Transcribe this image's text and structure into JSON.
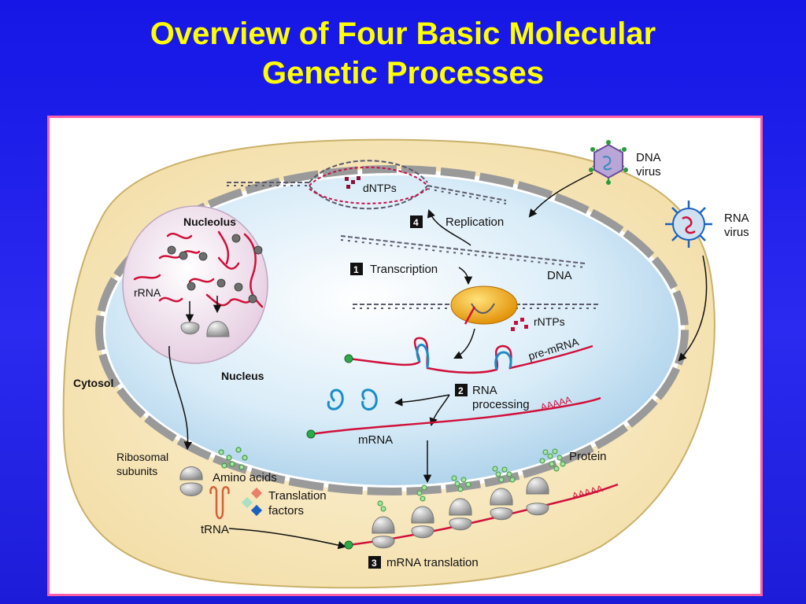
{
  "slide": {
    "title_line1": "Overview of Four Basic Molecular",
    "title_line2": "Genetic Processes"
  },
  "labels": {
    "dntps": "dNTPs",
    "replication_num": "4",
    "replication": "Replication",
    "transcription_num": "1",
    "transcription": "Transcription",
    "dna": "DNA",
    "rntps": "rNTPs",
    "pre_mrna": "pre-mRNA",
    "rna_processing_num": "2",
    "rna_processing_line1": "RNA",
    "rna_processing_line2": "processing",
    "aaaaa": "AAAAA",
    "mrna": "mRNA",
    "nucleolus": "Nucleolus",
    "rrna": "rRNA",
    "nucleus": "Nucleus",
    "cytosol": "Cytosol",
    "ribosomal_line1": "Ribosomal",
    "ribosomal_line2": "subunits",
    "amino_acids": "Amino acids",
    "translation_factors_line1": "Translation",
    "translation_factors_line2": "factors",
    "trna": "tRNA",
    "protein": "Protein",
    "aaaaa_translation": "AAAAA",
    "translation_num": "3",
    "mrna_translation": "mRNA translation",
    "dna_virus_line1": "DNA",
    "dna_virus_line2": "virus",
    "rna_virus_line1": "RNA",
    "rna_virus_line2": "virus"
  },
  "colors": {
    "title": "#ffff00",
    "background": "#1e1ee8",
    "panel_border": "#ff5fa8",
    "cytosol": "#f7e6b8",
    "nucleus": "#cfe6f5",
    "nucleolus": "#f1e4ef",
    "rna": "#d0103a",
    "dna_strand": "#5a5a6a",
    "amino_acid": "#7cc97c",
    "polymerase": "#f0a800"
  }
}
